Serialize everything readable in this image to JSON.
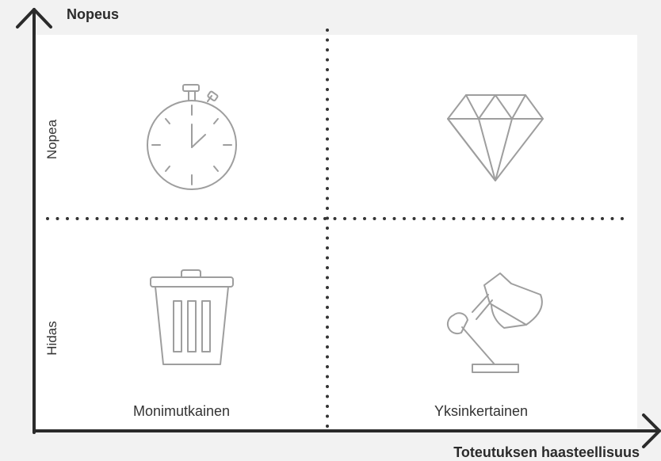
{
  "y_axis": {
    "title": "Nopeus"
  },
  "x_axis": {
    "title": "Toteutuksen haasteellisuus"
  },
  "rows": {
    "top": "Nopea",
    "bottom": "Hidas"
  },
  "columns": {
    "left": "Monimutkainen",
    "right": "Yksinkertainen"
  },
  "quadrants": {
    "top_left": {
      "icon": "stopwatch-icon"
    },
    "top_right": {
      "icon": "diamond-icon"
    },
    "bottom_left": {
      "icon": "trash-bin-icon"
    },
    "bottom_right": {
      "icon": "desk-lamp-icon"
    }
  },
  "colors": {
    "background": "#f2f2f2",
    "panel": "#ffffff",
    "axis": "#2b2b2b",
    "divider": "#333333",
    "icon_stroke": "#9e9e9e"
  }
}
